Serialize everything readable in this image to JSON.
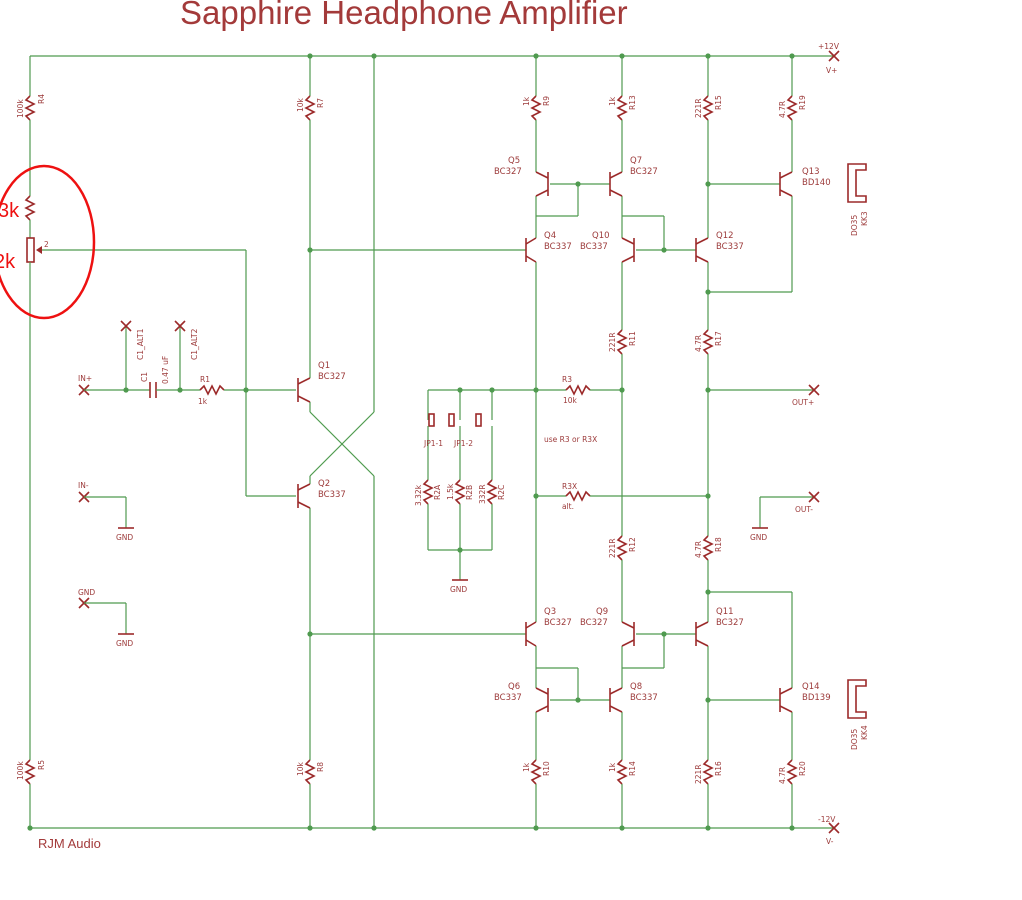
{
  "title": "Sapphire Headphone Amplifier",
  "credit": "RJM Audio",
  "annotation": {
    "trim_upper": "3k",
    "trim_lower": "2k",
    "color": "#ee1111"
  },
  "colors": {
    "wire": "#4f9a4f",
    "part": "#9c2a2a",
    "text": "#9c3a3a"
  },
  "rails": {
    "pos": "+12V",
    "pos_name": "V+",
    "neg": "-12V",
    "neg_name": "V-"
  },
  "ports": {
    "in_pos": "IN+",
    "in_neg": "IN-",
    "gnd": "GND",
    "out_pos": "OUT+",
    "out_neg": "OUT-"
  },
  "gnd_label": "GND",
  "resistors": {
    "R4": {
      "name": "R4",
      "value": "100k"
    },
    "R5": {
      "name": "R5",
      "value": "100k"
    },
    "R7": {
      "name": "R7",
      "value": "10k"
    },
    "R8": {
      "name": "R8",
      "value": "10k"
    },
    "R9": {
      "name": "R9",
      "value": "1k"
    },
    "R10": {
      "name": "R10",
      "value": "1k"
    },
    "R13": {
      "name": "R13",
      "value": "1k"
    },
    "R14": {
      "name": "R14",
      "value": "1k"
    },
    "R15": {
      "name": "R15",
      "value": "221R"
    },
    "R16": {
      "name": "R16",
      "value": "221R"
    },
    "R11": {
      "name": "R11",
      "value": "221R"
    },
    "R12": {
      "name": "R12",
      "value": "221R"
    },
    "R17": {
      "name": "R17",
      "value": "4.7R"
    },
    "R18": {
      "name": "R18",
      "value": "4.7R"
    },
    "R19": {
      "name": "R19",
      "value": "4.7R"
    },
    "R20": {
      "name": "R20",
      "value": "4.7R"
    },
    "R1": {
      "name": "R1",
      "value": "1k"
    },
    "R3": {
      "name": "R3",
      "value": "10k"
    },
    "R3X": {
      "name": "R3X",
      "value": "alt."
    },
    "R2A": {
      "name": "R2A",
      "value": "3.32k"
    },
    "R2B": {
      "name": "R2B",
      "value": "1.5k"
    },
    "R2C": {
      "name": "R2C",
      "value": "332R"
    }
  },
  "transistors": {
    "Q1": {
      "name": "Q1",
      "type": "BC327"
    },
    "Q2": {
      "name": "Q2",
      "type": "BC337"
    },
    "Q3": {
      "name": "Q3",
      "type": "BC327"
    },
    "Q4": {
      "name": "Q4",
      "type": "BC337"
    },
    "Q5": {
      "name": "Q5",
      "type": "BC327"
    },
    "Q6": {
      "name": "Q6",
      "type": "BC337"
    },
    "Q7": {
      "name": "Q7",
      "type": "BC327"
    },
    "Q8": {
      "name": "Q8",
      "type": "BC337"
    },
    "Q9": {
      "name": "Q9",
      "type": "BC327"
    },
    "Q10": {
      "name": "Q10",
      "type": "BC337"
    },
    "Q11": {
      "name": "Q11",
      "type": "BC327"
    },
    "Q12": {
      "name": "Q12",
      "type": "BC337"
    },
    "Q13": {
      "name": "Q13",
      "type": "BD140"
    },
    "Q14": {
      "name": "Q14",
      "type": "BD139"
    }
  },
  "cap": {
    "name": "C1",
    "value": "0.47 uF",
    "alt1": "C1_ALT1",
    "alt2": "C1_ALT2"
  },
  "jumpers": {
    "jp1": "JP1-1",
    "jp2": "JP1-2",
    "note": "use R3 or R3X"
  },
  "heatsinks": {
    "kk3": "KK3",
    "kk4": "KK4",
    "model": "DO35"
  },
  "pot_pin": "2"
}
